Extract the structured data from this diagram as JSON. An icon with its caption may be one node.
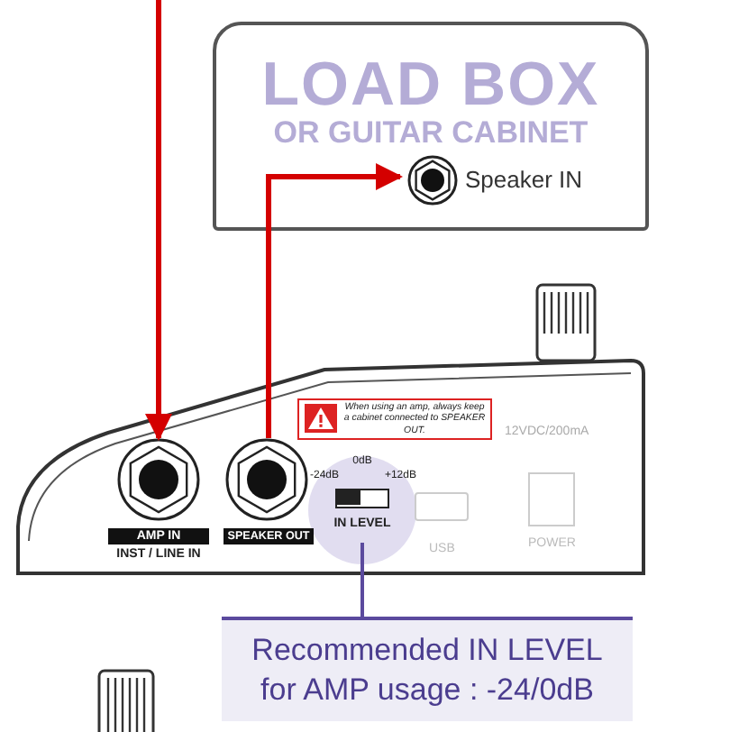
{
  "diagram": {
    "nodes": [
      {
        "text": [
          "LOAD BOX",
          "OR GUITAR CABINET"
        ]
      },
      {
        "text": [
          "Speaker IN"
        ],
        "in": 0
      },
      {
        "text": [
          "AMP IN",
          "INST / LINE IN"
        ]
      },
      {
        "text": [
          "SPEAKER OUT"
        ]
      },
      {
        "text": [
          "0dB",
          "-24dB",
          "+12dB",
          "IN LEVEL"
        ]
      },
      {
        "text": [
          "Recommended IN LEVEL for AMP usage : -24/0dB"
        ]
      }
    ],
    "edges": [
      {
        "from": null,
        "to": 2,
        "arrow": "to"
      },
      {
        "from": 3,
        "to": 1,
        "arrow": "to"
      },
      {
        "from": 5,
        "to": 4,
        "arrow": "none",
        "color": "#5b4a9e"
      }
    ],
    "labels": [
      "When using an amp, always keep a cabinet connected to SPEAKER OUT.",
      "12VDC/200mA",
      "USB",
      "POWER"
    ]
  }
}
